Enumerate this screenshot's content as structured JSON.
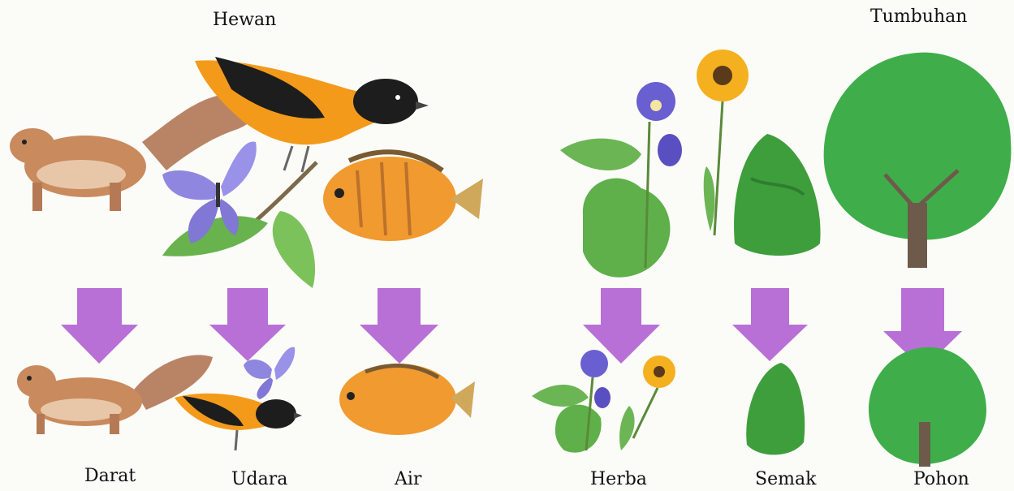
{
  "headings": {
    "animals": "Hewan",
    "plants": "Tumbuhan"
  },
  "categories": {
    "land": "Darat",
    "air_animals": "Udara",
    "water": "Air",
    "herb": "Herba",
    "shrub": "Semak",
    "tree": "Pohon"
  },
  "colors": {
    "arrow": "#b870d6",
    "leaf": "#5fb04a",
    "tree": "#3fae4a",
    "bird_orange": "#f49a1a",
    "butterfly": "#8f86e0",
    "fish": "#f09a30",
    "squirrel": "#c98a5e"
  }
}
